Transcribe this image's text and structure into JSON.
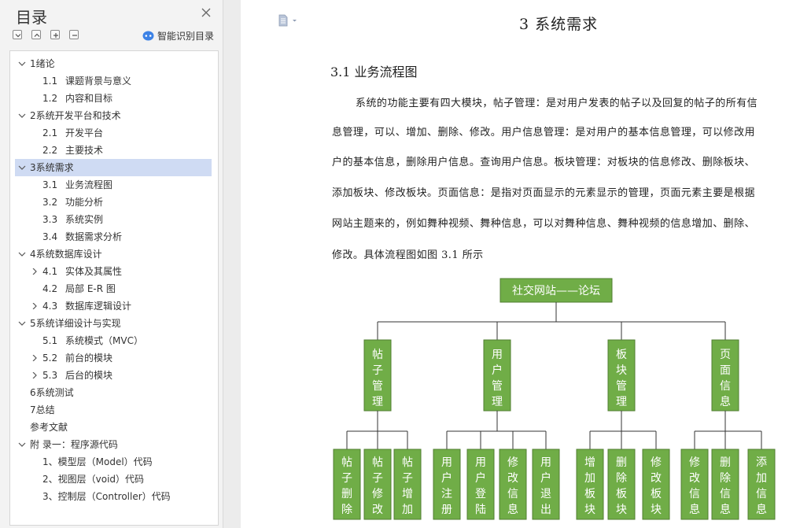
{
  "toc": {
    "title": "目录",
    "smart_label": "智能识别目录",
    "items": [
      {
        "num": "",
        "label": "1绪论",
        "level": 1,
        "expand": "open"
      },
      {
        "num": "1.1",
        "label": "课题背景与意义",
        "level": 2,
        "expand": "none"
      },
      {
        "num": "1.2",
        "label": "内容和目标",
        "level": 2,
        "expand": "none"
      },
      {
        "num": "",
        "label": "2系统开发平台和技术",
        "level": 1,
        "expand": "open"
      },
      {
        "num": "2.1",
        "label": "开发平台",
        "level": 2,
        "expand": "none"
      },
      {
        "num": "2.2",
        "label": "主要技术",
        "level": 2,
        "expand": "none"
      },
      {
        "num": "",
        "label": "3系统需求",
        "level": 1,
        "expand": "open",
        "selected": true
      },
      {
        "num": "3.1",
        "label": "业务流程图",
        "level": 2,
        "expand": "none"
      },
      {
        "num": "3.2",
        "label": "功能分析",
        "level": 2,
        "expand": "none"
      },
      {
        "num": "3.3",
        "label": "系统实例",
        "level": 2,
        "expand": "none"
      },
      {
        "num": "3.4",
        "label": "数据需求分析",
        "level": 2,
        "expand": "none"
      },
      {
        "num": "",
        "label": "4系统数据库设计",
        "level": 1,
        "expand": "open"
      },
      {
        "num": "4.1",
        "label": "实体及其属性",
        "level": 2,
        "expand": "closed"
      },
      {
        "num": "4.2",
        "label": "局部 E-R 图",
        "level": 2,
        "expand": "none"
      },
      {
        "num": "4.3",
        "label": "数据库逻辑设计",
        "level": 2,
        "expand": "closed"
      },
      {
        "num": "",
        "label": "5系统详细设计与实现",
        "level": 1,
        "expand": "open"
      },
      {
        "num": "5.1",
        "label": "系统模式（MVC）",
        "level": 2,
        "expand": "none"
      },
      {
        "num": "5.2",
        "label": "前台的模块",
        "level": 2,
        "expand": "closed"
      },
      {
        "num": "5.3",
        "label": "后台的模块",
        "level": 2,
        "expand": "closed"
      },
      {
        "num": "",
        "label": "6系统测试",
        "level": 1,
        "expand": "none"
      },
      {
        "num": "",
        "label": "7总结",
        "level": 1,
        "expand": "none"
      },
      {
        "num": "",
        "label": "参考文献",
        "level": 1,
        "expand": "none"
      },
      {
        "num": "",
        "label": "附    录一：程序源代码",
        "level": 1,
        "expand": "open"
      },
      {
        "num": "",
        "label": "1、模型层（Model）代码",
        "level": 2,
        "expand": "none"
      },
      {
        "num": "",
        "label": "2、视图层（void）代码",
        "level": 2,
        "expand": "none"
      },
      {
        "num": "",
        "label": "3、控制层（Controller）代码",
        "level": 2,
        "expand": "none"
      }
    ]
  },
  "document": {
    "chapter_title": "3   系统需求",
    "section_title": "3.1   业务流程图",
    "paragraph_lines": [
      "系统的功能主要有四大模块，帖子管理：是对用户发表的帖子以及回复的帖子的所有信",
      "息管理，可以、增加、删除、修改。用户信息管理：是对用户的基本信息管理，可以修改用",
      "户的基本信息，删除用户信息。查询用户信息。板块管理：对板块的信息修改、删除板块、",
      "添加板块、修改板块。页面信息：是指对页面显示的元素显示的管理，页面元素主要是根据",
      "网站主题来的，例如舞种视频、舞种信息，可以对舞种信息、舞种视频的信息增加、删除、",
      "修改。具体流程图如图 3.1 所示"
    ]
  },
  "flowchart": {
    "root": "社交网站——论坛",
    "modules": [
      {
        "name": "帖子管理",
        "children": [
          "帖子删除",
          "帖子修改",
          "帖子增加"
        ]
      },
      {
        "name": "用户管理",
        "children": [
          "用户注册",
          "用户登陆",
          "修改信息",
          "用户退出"
        ]
      },
      {
        "name": "板块管理",
        "children": [
          "增加板块",
          "删除板块",
          "修改板块"
        ]
      },
      {
        "name": "页面信息",
        "children": [
          "修改信息",
          "删除信息",
          "添加信息"
        ]
      }
    ],
    "box_color": "#70ad47"
  },
  "colors": {
    "selected_row": "#cfdbf3",
    "smart_icon": "#3c82e6"
  }
}
